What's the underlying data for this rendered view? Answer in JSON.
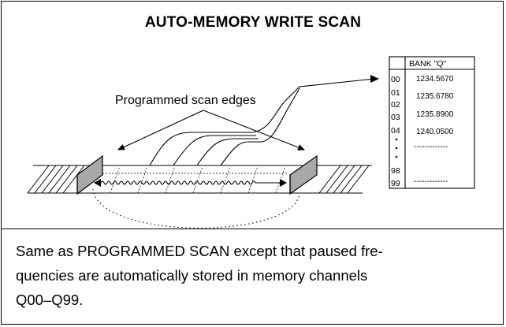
{
  "title": "AUTO-MEMORY WRITE SCAN",
  "diagram": {
    "edges_label": "Programmed scan edges",
    "bank_header": "BANK \"Q\"",
    "channels": [
      "00",
      "01",
      "02",
      "03",
      "04",
      "98",
      "99"
    ],
    "frequencies": [
      "1234.5670",
      "1235.6780",
      "1235.8900",
      "1240.0500",
      "-------------",
      "",
      "-------------"
    ]
  },
  "description": {
    "line1": "Same as PROGRAMMED SCAN except that paused fre-",
    "line2": "quencies are automatically stored in memory channels",
    "line3": "Q00–Q99."
  }
}
